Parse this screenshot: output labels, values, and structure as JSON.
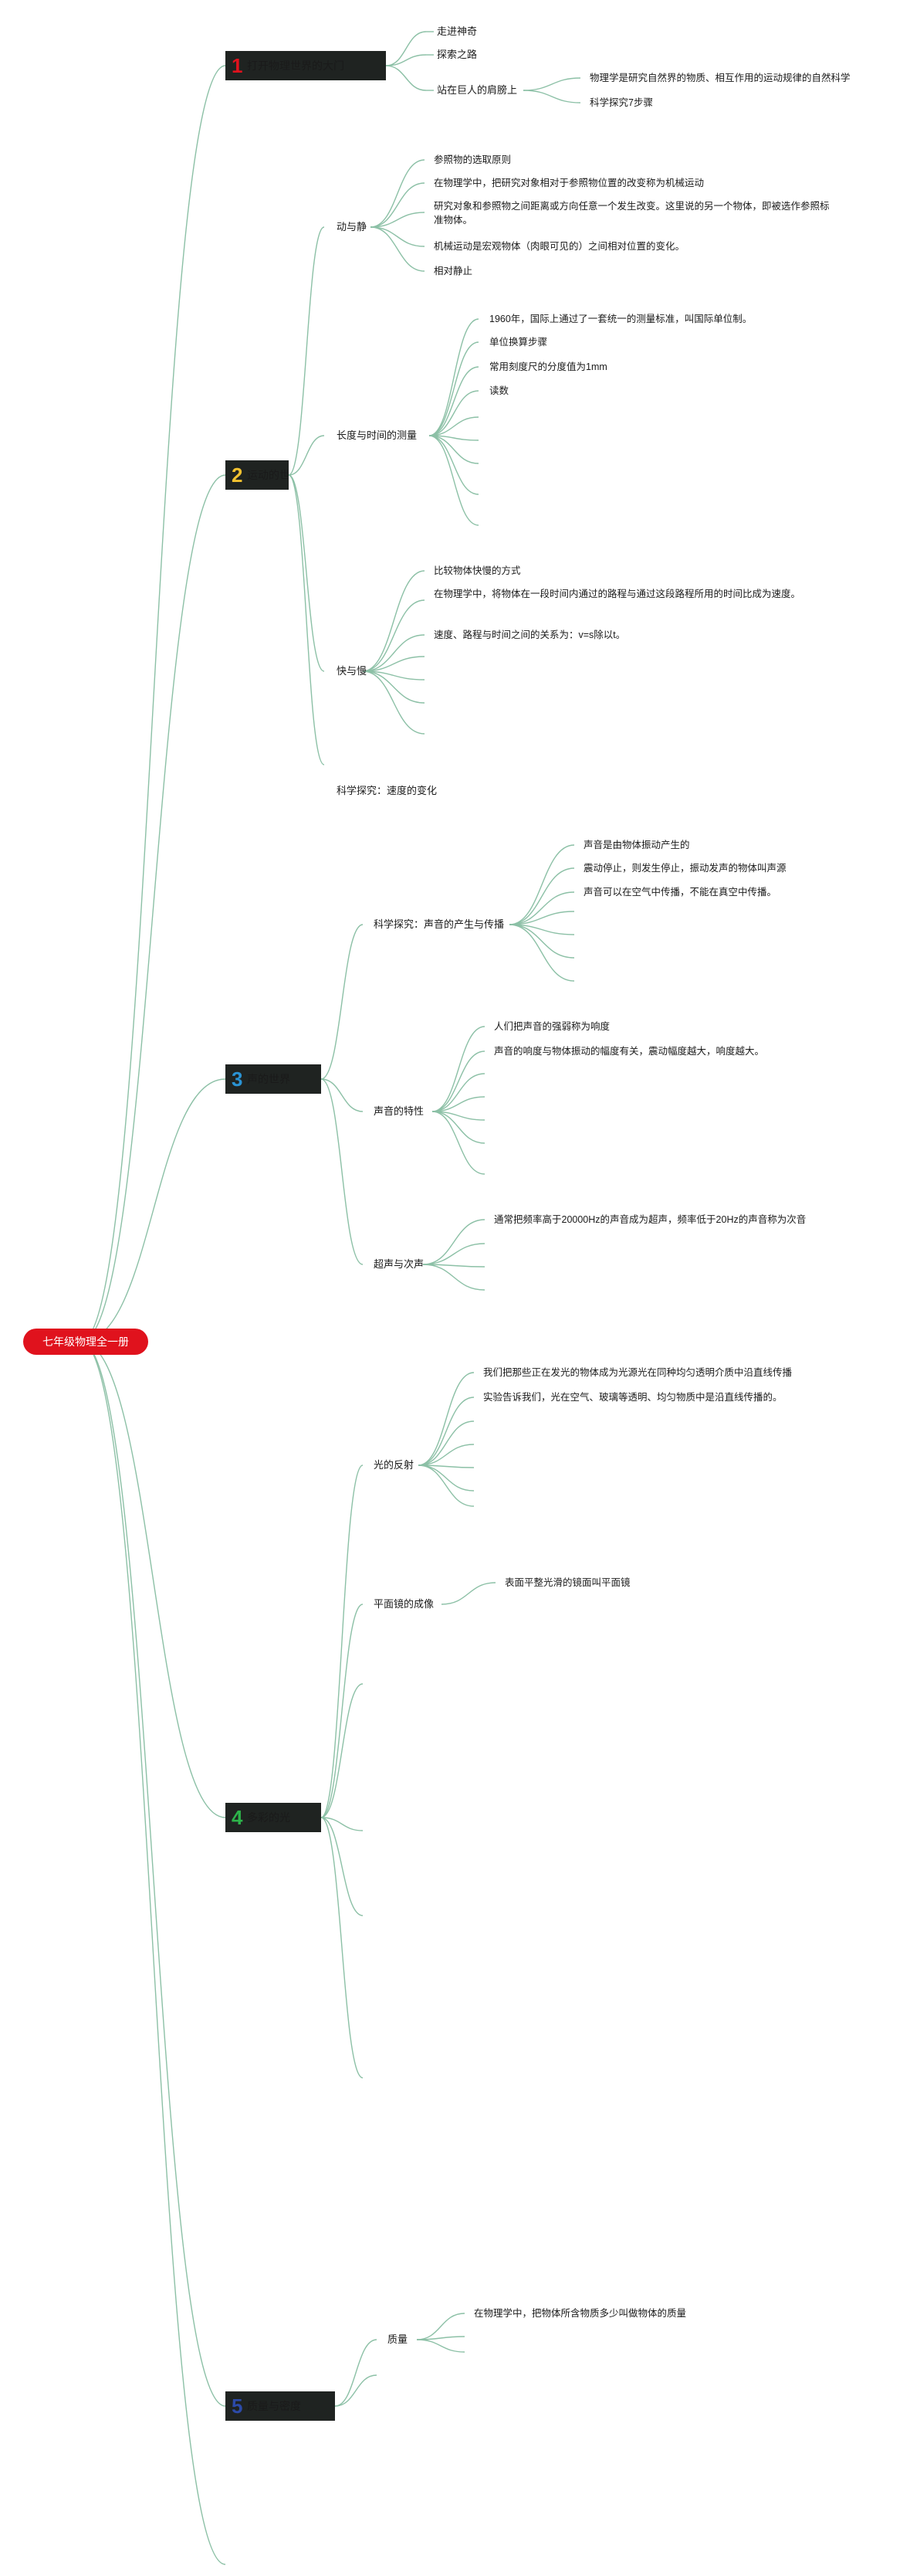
{
  "root": {
    "label": "七年级物理全一册"
  },
  "colors": {
    "root_fill": "#e0121d",
    "chapter_fill": "#1f2321",
    "edge": "#8cc0a6"
  },
  "chapters": [
    {
      "num": "1",
      "num_color": "#e0121d",
      "title": "打开物理世界的大门"
    },
    {
      "num": "2",
      "num_color": "#f2c230",
      "title": "运动的世界"
    },
    {
      "num": "3",
      "num_color": "#2a93d4",
      "title": "声的世界"
    },
    {
      "num": "4",
      "num_color": "#2db34a",
      "title": "多彩的光"
    },
    {
      "num": "5",
      "num_color": "#2c4aa8",
      "title": "质量与密度"
    }
  ],
  "ch1": {
    "items": [
      "走进神奇",
      "探索之路",
      "站在巨人的肩膀上"
    ],
    "leaves": [
      "物理学是研究自然界的物质、相互作用的运动规律的自然科学",
      "科学探究7步骤"
    ]
  },
  "ch2": {
    "topics": [
      "动与静",
      "长度与时间的测量",
      "快与慢",
      "科学探究：速度的变化"
    ],
    "motion": [
      "参照物的选取原则",
      "在物理学中，把研究对象相对于参照物位置的改变称为机械运动",
      "研究对象和参照物之间距离或方向任意一个发生改变。这里说的另一个物体，即被选作参照标准物体。",
      "机械运动是宏观物体（肉眼可见的）之间相对位置的变化。",
      "相对静止"
    ],
    "measure": [
      "1960年，国际上通过了一套统一的测量标准，叫国际单位制。",
      "单位换算步骤",
      "常用刻度尺的分度值为1mm",
      "读数"
    ],
    "speed": [
      "比较物体快慢的方式",
      "在物理学中，将物体在一段时间内通过的路程与通过这段路程所用的时间比成为速度。",
      "速度、路程与时间之间的关系为：v=s除以t。"
    ]
  },
  "ch3": {
    "topics": [
      "科学探究：声音的产生与传播",
      "声音的特性",
      "超声与次声"
    ],
    "production": [
      "声音是由物体振动产生的",
      "震动停止，则发生停止，振动发声的物体叫声源",
      "声音可以在空气中传播，不能在真空中传播。"
    ],
    "traits": [
      "人们把声音的强弱称为响度",
      "声音的响度与物体振动的幅度有关，震动幅度越大，响度越大。"
    ],
    "ultra": [
      "通常把频率高于20000Hz的声音成为超声，频率低于20Hz的声音称为次音"
    ]
  },
  "ch4": {
    "topics": [
      "光的反射",
      "平面镜的成像"
    ],
    "reflection": [
      "我们把那些正在发光的物体成为光源光在同种均匀透明介质中沿直线传播",
      "实验告诉我们，光在空气、玻璃等透明、均匀物质中是沿直线传播的。"
    ],
    "mirror": [
      "表面平整光滑的镜面叫平面镜"
    ]
  },
  "ch5": {
    "topics": [
      "质量"
    ],
    "mass": [
      "在物理学中，把物体所含物质多少叫做物体的质量"
    ]
  }
}
